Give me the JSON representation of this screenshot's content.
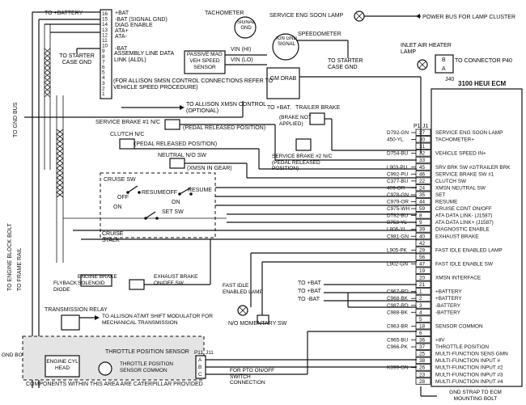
{
  "labels": {
    "to_battery": "TO +BATTERY",
    "tachometer": "TACHOMETER",
    "service_eng_soon_lamp_top": "SERVICE ENG SOON LAMP",
    "power_bus": "POWER BUS FOR LAMP CLUSTER",
    "signal_gnd": "SIGNAL GND",
    "speedometer": "SPEEDOMETER",
    "ign_gnd_signal": "IGN GND SIGNAL",
    "passive_sensor": "PASSIVE MAG VEH SPEED SENSOR",
    "vin_hi": "VIN (HI)",
    "vin_lo": "VIN (LO)",
    "gm_drab": "GM DRAB",
    "to_starter_case_gnd_right": "TO STARTER CASE GND",
    "inlet_air_heater_lamp": "INLET AIR HEATER LAMP",
    "to_connector_p40": "TO CONNECTOR P40",
    "j40": "J40",
    "bat_plus": "+BAT",
    "bat_signal_gnd": "-BAT (SIGNAL GND)",
    "diag_enable": "DIAG ENABLE",
    "ata_plus": "ATA+",
    "ata_minus": "ATA-",
    "bat_minus": "-BAT",
    "aldl": "ASSEMBLY LINE DATA LINK (ALDL)",
    "to_starter_case_gnd_left": "TO STARTER CASE GND",
    "allison_note": "(FOR ALLISON SMSN CONTROL CONNECTIONS REFER TO VEHICLE SPEED PROCEDURE)",
    "to_allison_xmsn": "TO ALLISON XMSN CONTROL (OPTIONAL)",
    "to_gnd_bus": "TO GND BUS",
    "to_bat_small": "TO +BAT.",
    "trailer_brake": "TRAILER BRAKE",
    "brake_not_applied": "(BRAKE NOT APPLIED)",
    "service_brake_2": "SERVICE BRAKE #2 N/C (PEDAL RELEASED POSITION)",
    "ecm_title": "3100 HEUI ECM",
    "p1": "P1",
    "j1": "J1",
    "service_brake_1": "SERVICE BRAKE #1 N/C",
    "pedal_released_1": "(PEDAL RELEASED POSITION)",
    "clutch_nc": "CLUTCH N/C",
    "pedal_released_2": "(PEDAL RELEASED POSITION)",
    "neutral_no_sw": "NEUTRAL N/O SW",
    "xmsn_in_gear": "(XMSN IN GEAR)",
    "cruise_sw": "CRUISE SW",
    "off": "OFF",
    "on": "ON",
    "resume": "RESUME",
    "set_sw": "SET SW",
    "off2": "OFF",
    "on2": "ON",
    "cruise_stalk": "CRUISE STALK",
    "engine_brake_solenoid": "ENGINE BRAKE SOLENOID",
    "flyback_diode": "FLYBACK DIODE",
    "exhaust_brake": "EXHAUST BRAKE ON/OFF SW",
    "fast_idle_lamp": "FAST IDLE ENABLED LAMP",
    "to_bat_a": "TO +BAT",
    "to_bat_b": "TO +BAT",
    "to_bat_c": "TO -BAT",
    "transmission_relay": "TRANSMISSION RELAY",
    "to_allison_modulator": "TO ALLISON AT/MT SHIFT MODULATOR FOR MECHANICAL TRANSMISSION",
    "no_momentary": "N/O MOMENTARY SW",
    "to_engine_block": "TO ENGINE BLOCK BOLT",
    "to_frame_rail": "TO FRAME RAIL",
    "gnd_bolt": "GND BOLT",
    "engine_cyl_head": "ENGINE CYL HEAD",
    "tps": "THROTTLE POSITION SENSOR",
    "tp_label": "THROTTLE POSITION",
    "sensor_common_label": "SENSOR COMMON",
    "p11": "P11",
    "j11": "J11",
    "cat_note": "COMPONENTS WITHIN THIS AREA ARE CATERPILLAR PROVIDED",
    "pto_note": "FOR PTO ON/OFF SWITCH CONNECTION",
    "gnd_strap": "GND STRAP TO ECM MOUNTING BOLT"
  },
  "aldl_pins": [
    "16",
    "15",
    "14",
    "13",
    "12",
    "11",
    "10",
    "9",
    "8",
    "7",
    "6",
    "5",
    "4",
    "3",
    "2",
    "1"
  ],
  "ecm_pins": [
    {
      "pin": "27",
      "wire": "D792-GN",
      "signal": "SERVICE ENG SOON LAMP"
    },
    {
      "pin": "30",
      "wire": "450-YL",
      "signal": "TACHOMETER+"
    },
    {
      "pin": "31",
      "wire": "",
      "signal": ""
    },
    {
      "pin": "32",
      "wire": "D754-BU",
      "signal": "VEHICLE SPEED IN+"
    },
    {
      "pin": "33",
      "wire": "",
      "signal": ""
    },
    {
      "pin": "45",
      "wire": "L903-PU",
      "signal": "SRV BRK SW #2/TRAILER BRK"
    },
    {
      "pin": "46",
      "wire": "C992-PU",
      "signal": "SERVICE BRAKE SW #1"
    },
    {
      "pin": "22",
      "wire": "C377-BU",
      "signal": "CLUTCH SW"
    },
    {
      "pin": "24",
      "wire": "409-OR",
      "signal": "XMSN NEUTRAL SW"
    },
    {
      "pin": "35",
      "wire": "C978-GN",
      "signal": "SET"
    },
    {
      "pin": "44",
      "wire": "C979-OR",
      "signal": "RESUME"
    },
    {
      "pin": "59",
      "wire": "C975-WH",
      "signal": "CRUISE CONT ON/OFF"
    },
    {
      "pin": "8",
      "wire": "D782-BU",
      "signal": "ATA DATA LINK- (J1587)"
    },
    {
      "pin": "9",
      "wire": "B753-YL",
      "signal": "ATA DATA LINK+ (J1587)"
    },
    {
      "pin": "39",
      "wire": "L806-YL",
      "signal": "DIAGNOSTIC ENABLE"
    },
    {
      "pin": "40",
      "wire": "C981-GN",
      "signal": "EXHAUST BRAKE"
    },
    {
      "pin": "42",
      "wire": "",
      "signal": ""
    },
    {
      "pin": "29",
      "wire": "L905-PK",
      "signal": "FAST IDLE ENABLED LAMP"
    },
    {
      "pin": "56",
      "wire": "",
      "signal": ""
    },
    {
      "pin": "47",
      "wire": "L902-GN",
      "signal": "FAST IDLE ENABLE SW"
    },
    {
      "pin": "19",
      "wire": "",
      "signal": ""
    },
    {
      "pin": "20",
      "wire": "",
      "signal": "XMSN INTERFACE"
    },
    {
      "pin": "21",
      "wire": "",
      "signal": ""
    },
    {
      "pin": "1",
      "wire": "C967-RD",
      "signal": "+BATTERY"
    },
    {
      "pin": "2",
      "wire": "C968-BK",
      "signal": "+BATTERY"
    },
    {
      "pin": "3",
      "wire": "C987-RD",
      "signal": "-BATTERY"
    },
    {
      "pin": "4",
      "wire": "C988-BK",
      "signal": "-BATTERY"
    },
    {
      "pin": "5",
      "wire": "",
      "signal": ""
    },
    {
      "pin": "18",
      "wire": "C963-BR",
      "signal": "SENSOR COMMON"
    },
    {
      "pin": "6",
      "wire": "",
      "signal": ""
    },
    {
      "pin": "36",
      "wire": "C965-BU",
      "signal": "+8V"
    },
    {
      "pin": "37",
      "wire": "C966-PK",
      "signal": "THROTTLE POSITION"
    },
    {
      "pin": "25",
      "wire": "",
      "signal": "MULTI-FUNCTION SENS GMN"
    },
    {
      "pin": "38",
      "wire": "",
      "signal": "MULTI-FUNCTION INPUT #"
    },
    {
      "pin": "26",
      "wire": "K399-GN",
      "signal": "MULTI-FUNCTION INPUT #2"
    },
    {
      "pin": "23",
      "wire": "",
      "signal": "MULTI-FUNCTION INPUT #3"
    },
    {
      "pin": "28",
      "wire": "",
      "signal": "MULTI-FUNCTION INPUT #4"
    }
  ],
  "tps_pins": [
    {
      "pin": "A",
      "signal": "+8V"
    },
    {
      "pin": "B",
      "signal": "THROTTLE POSITION"
    },
    {
      "pin": "C",
      "signal": "SENSOR COMMON"
    }
  ],
  "lamp_connector_pins": [
    "B",
    "A"
  ]
}
